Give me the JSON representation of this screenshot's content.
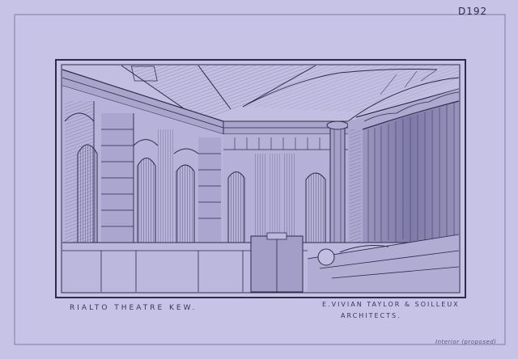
{
  "sheet": {
    "reference": "D192",
    "title": "RIALTO THEATRE KEW.",
    "architects_line1": "E.VIVIAN TAYLOR & SOILLEUX",
    "architects_line2": "ARCHITECTS.",
    "pencil_note": "Interior (proposed)"
  },
  "colors": {
    "paper": "#c7c3e6",
    "ink": "#2e2a48",
    "shade": "#8d89b3"
  }
}
